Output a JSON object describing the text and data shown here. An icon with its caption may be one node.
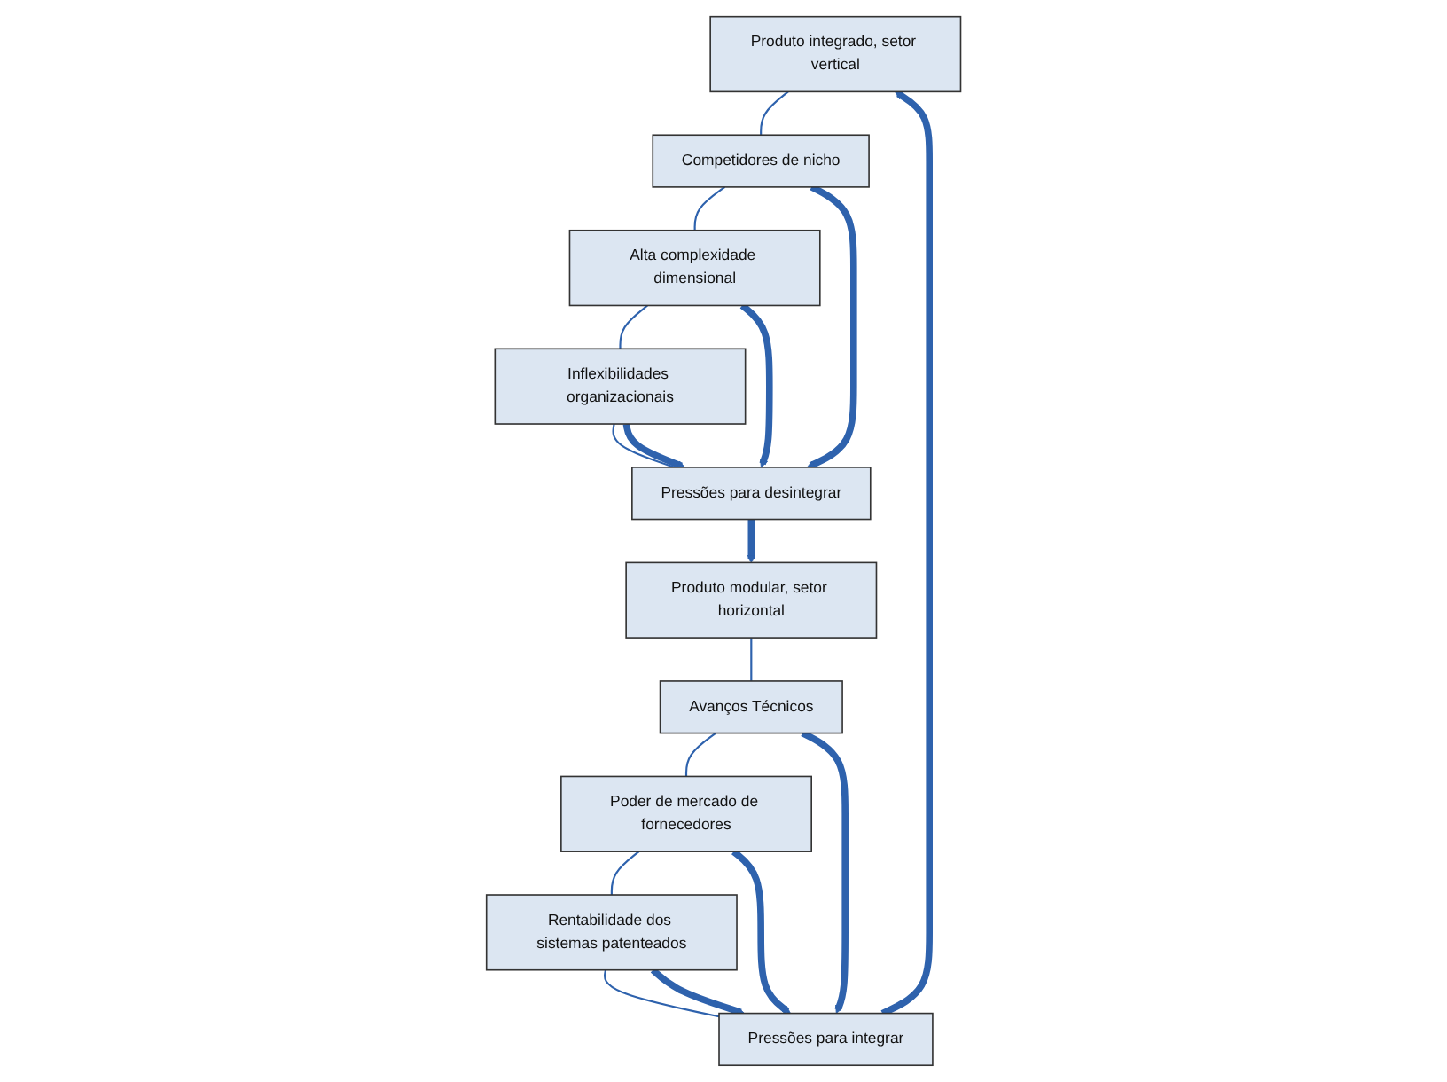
{
  "diagram": {
    "nodes": [
      {
        "text": [
          "Produto integrado, setor vertical"
        ]
      },
      {
        "text": [
          "Produto modular, setor horizontal"
        ]
      },
      {
        "text": [
          "Competidores de nicho"
        ]
      },
      {
        "text": [
          "Avanços Técnicos"
        ]
      },
      {
        "text": [
          "Alta complexidade dimensional"
        ]
      },
      {
        "text": [
          "Poder de mercado de fornecedores"
        ]
      },
      {
        "text": [
          "Inflexibilidades organizacionais"
        ]
      },
      {
        "text": [
          "Pressões para desintegrar"
        ]
      },
      {
        "text": [
          "Rentabilidade dos sistemas patenteados"
        ]
      },
      {
        "text": [
          "Pressões para integrar"
        ]
      }
    ],
    "edges": [
      {
        "from": 0,
        "to": 2,
        "arrow": "none"
      },
      {
        "from": 2,
        "to": 4,
        "arrow": "none"
      },
      {
        "from": 4,
        "to": 6,
        "arrow": "none"
      },
      {
        "from": 6,
        "to": 7,
        "arrow": "none"
      },
      {
        "from": 7,
        "to": 1,
        "arrow": "to",
        "style": "thick"
      },
      {
        "from": 1,
        "to": 3,
        "arrow": "none"
      },
      {
        "from": 3,
        "to": 5,
        "arrow": "none"
      },
      {
        "from": 5,
        "to": 8,
        "arrow": "none"
      },
      {
        "from": 8,
        "to": 9,
        "arrow": "none"
      },
      {
        "from": 9,
        "to": 0,
        "arrow": "to",
        "style": "thick"
      },
      {
        "from": 2,
        "to": 7,
        "arrow": "to",
        "style": "thick"
      },
      {
        "from": 4,
        "to": 7,
        "arrow": "to",
        "style": "thick"
      },
      {
        "from": 6,
        "to": 7,
        "arrow": "to",
        "style": "thick"
      },
      {
        "from": 3,
        "to": 9,
        "arrow": "to",
        "style": "thick"
      },
      {
        "from": 5,
        "to": 9,
        "arrow": "to",
        "style": "thick"
      },
      {
        "from": 8,
        "to": 9,
        "arrow": "to",
        "style": "thick"
      }
    ]
  }
}
